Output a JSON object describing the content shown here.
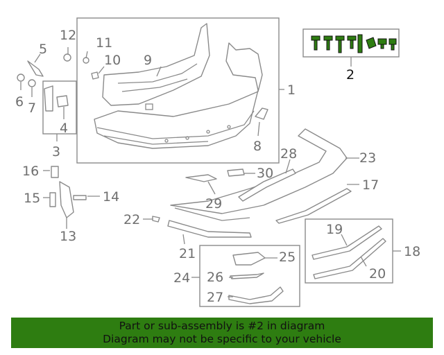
{
  "callouts": [
    "1",
    "2",
    "3",
    "4",
    "5",
    "6",
    "7",
    "8",
    "9",
    "10",
    "11",
    "12",
    "13",
    "14",
    "15",
    "16",
    "17",
    "18",
    "19",
    "20",
    "21",
    "22",
    "23",
    "24",
    "25",
    "26",
    "27",
    "28",
    "29",
    "30"
  ],
  "banner": {
    "line1": "Part or sub-assembly is #2 in diagram",
    "line2": "Diagram may not be specific to your vehicle"
  },
  "colors": {
    "banner": "#2e7d11",
    "highlight_part": "#2e7d11",
    "line_art": "#8a8a8a"
  }
}
